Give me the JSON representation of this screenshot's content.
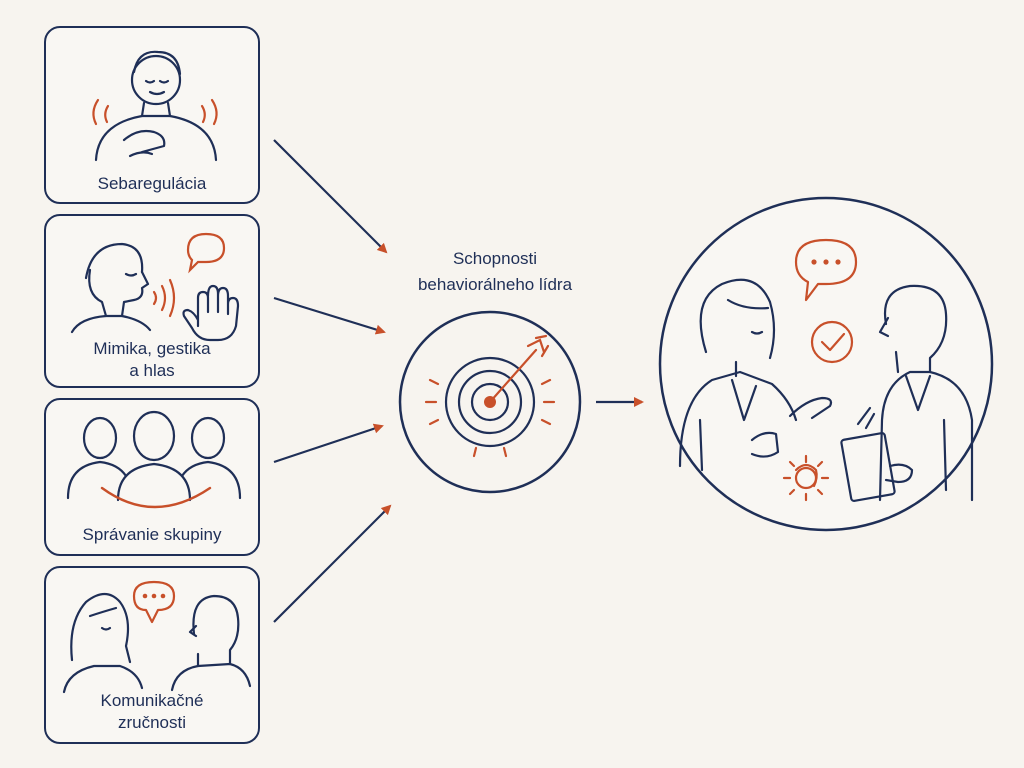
{
  "cards": [
    {
      "label_lines": [
        "Sebaregulácia"
      ],
      "icon": "self-regulation-person-icon"
    },
    {
      "label_lines": [
        "Mimika, gestika",
        "a hlas"
      ],
      "icon": "speaking-person-gesture-icon"
    },
    {
      "label_lines": [
        "Správanie skupiny"
      ],
      "icon": "group-people-icon"
    },
    {
      "label_lines": [
        "Komunikačné",
        "zručnosti"
      ],
      "icon": "conversation-pair-icon"
    }
  ],
  "center": {
    "title_lines": [
      "Schopnosti",
      "behaviorálneho lídra"
    ],
    "icon": "target-arrow-icon"
  },
  "outcome": {
    "icon": "leaders-discussion-icon"
  },
  "colors": {
    "navy": "#1f2f57",
    "accent": "#c8502a",
    "background": "#f7f4ef"
  }
}
